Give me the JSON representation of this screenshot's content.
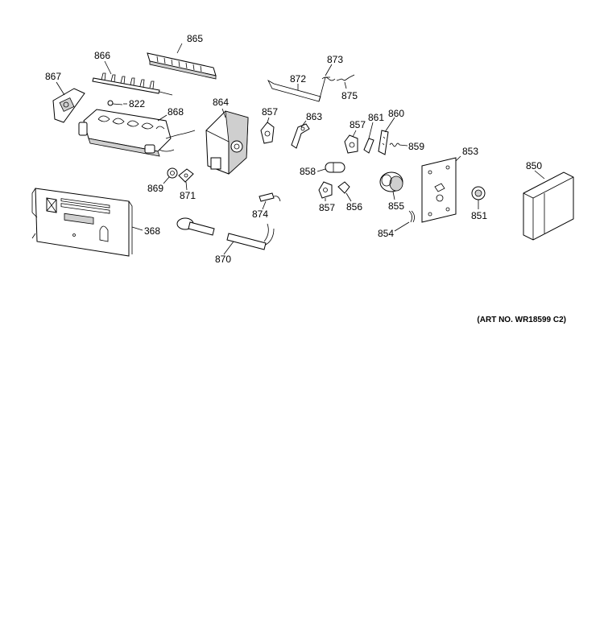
{
  "diagram": {
    "art_number": "(ART NO. WR18599 C2)",
    "parts": [
      {
        "id": "p865",
        "label": "865"
      },
      {
        "id": "p866",
        "label": "866"
      },
      {
        "id": "p867",
        "label": "867"
      },
      {
        "id": "p822",
        "label": "822"
      },
      {
        "id": "p868",
        "label": "868"
      },
      {
        "id": "p864",
        "label": "864"
      },
      {
        "id": "p873",
        "label": "873"
      },
      {
        "id": "p872",
        "label": "872"
      },
      {
        "id": "p875",
        "label": "875"
      },
      {
        "id": "p857a",
        "label": "857"
      },
      {
        "id": "p863",
        "label": "863"
      },
      {
        "id": "p857b",
        "label": "857"
      },
      {
        "id": "p861",
        "label": "861"
      },
      {
        "id": "p860",
        "label": "860"
      },
      {
        "id": "p859",
        "label": "859"
      },
      {
        "id": "p853",
        "label": "853"
      },
      {
        "id": "p850",
        "label": "850"
      },
      {
        "id": "p858",
        "label": "858"
      },
      {
        "id": "p869",
        "label": "869"
      },
      {
        "id": "p871",
        "label": "871"
      },
      {
        "id": "p874",
        "label": "874"
      },
      {
        "id": "p857c",
        "label": "857"
      },
      {
        "id": "p856",
        "label": "856"
      },
      {
        "id": "p855",
        "label": "855"
      },
      {
        "id": "p851",
        "label": "851"
      },
      {
        "id": "p368",
        "label": "368"
      },
      {
        "id": "p854",
        "label": "854"
      },
      {
        "id": "p870",
        "label": "870"
      }
    ]
  }
}
